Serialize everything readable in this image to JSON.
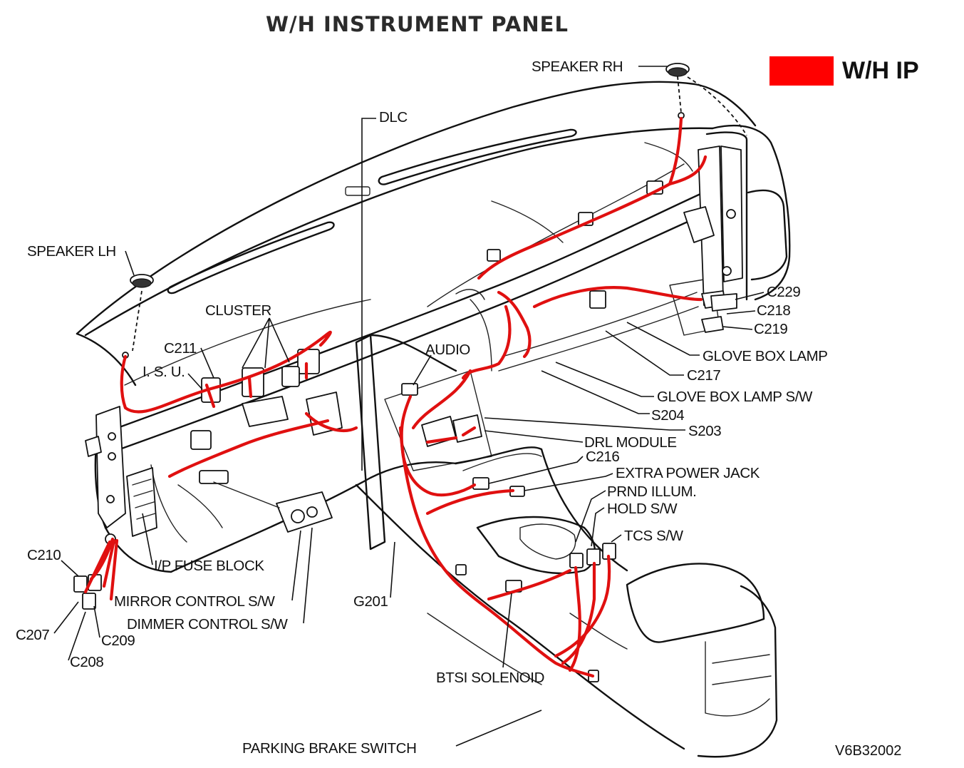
{
  "title": "W/H INSTRUMENT PANEL",
  "legend": {
    "label": "W/H IP",
    "color": "#ff0000"
  },
  "figure_code": "V6B32002",
  "wire_color": "#e01010",
  "labels": {
    "speaker_rh": "SPEAKER RH",
    "speaker_lh": "SPEAKER LH",
    "dlc": "DLC",
    "cluster": "CLUSTER",
    "c211": "C211",
    "isu": "I. S. U.",
    "audio": "AUDIO",
    "c229": "C229",
    "c218": "C218",
    "c219": "C219",
    "glove_box_lamp": "GLOVE BOX LAMP",
    "c217": "C217",
    "glove_box_lamp_sw": "GLOVE BOX LAMP S/W",
    "s204": "S204",
    "s203": "S203",
    "drl_module": "DRL MODULE",
    "c216": "C216",
    "extra_power_jack": "EXTRA POWER JACK",
    "prnd_illum": "PRND ILLUM.",
    "hold_sw": "HOLD S/W",
    "tcs_sw": "TCS S/W",
    "c210": "C210",
    "ip_fuse_block": "I/P FUSE BLOCK",
    "mirror_control_sw": "MIRROR CONTROL S/W",
    "dimmer_control_sw": "DIMMER CONTROL S/W",
    "g201": "G201",
    "c207": "C207",
    "c209": "C209",
    "c208": "C208",
    "btsi_solenoid": "BTSI SOLENOID",
    "parking_brake_switch": "PARKING BRAKE SWITCH"
  }
}
